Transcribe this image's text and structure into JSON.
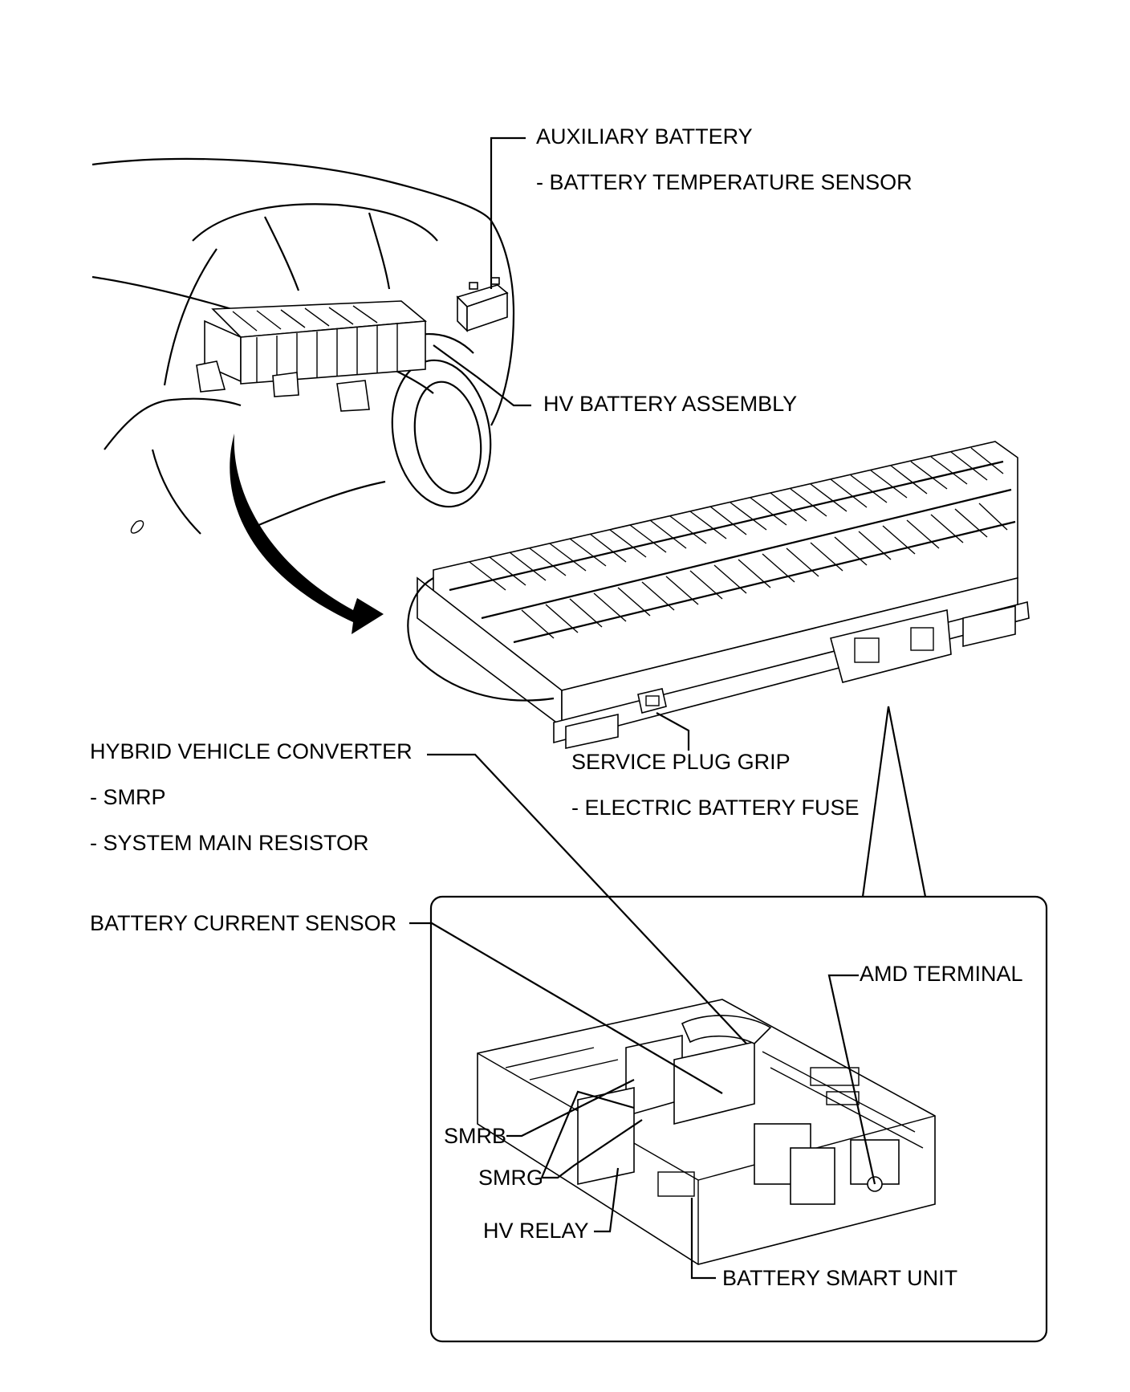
{
  "labels": {
    "auxiliary_battery": "AUXILIARY BATTERY",
    "battery_temperature_sensor": "- BATTERY TEMPERATURE SENSOR",
    "hv_battery_assembly": "HV BATTERY ASSEMBLY",
    "hybrid_vehicle_converter": "HYBRID VEHICLE CONVERTER",
    "smrp": "- SMRP",
    "system_main_resistor": "- SYSTEM MAIN RESISTOR",
    "service_plug_grip": "SERVICE PLUG GRIP",
    "electric_battery_fuse": "- ELECTRIC BATTERY FUSE",
    "battery_current_sensor": "BATTERY CURRENT SENSOR",
    "amd_terminal": "AMD TERMINAL",
    "smrb": "SMRB",
    "smrg": "SMRG",
    "hv_relay": "HV RELAY",
    "battery_smart_unit": "BATTERY SMART UNIT"
  }
}
